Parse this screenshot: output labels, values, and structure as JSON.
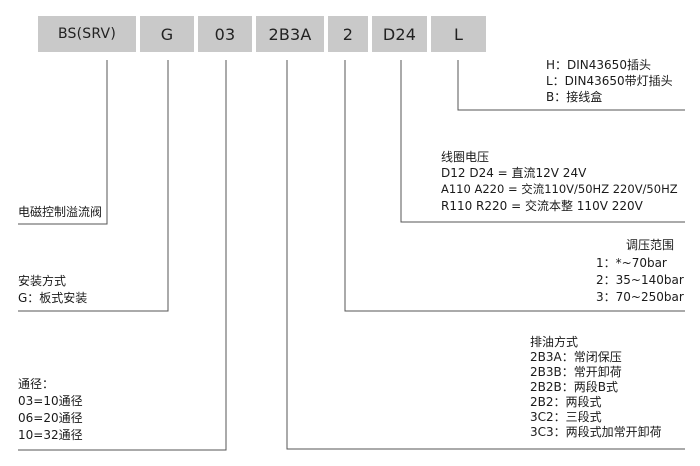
{
  "code_segments": [
    "BS(SRV)",
    "G",
    "03",
    "2B3A",
    "2",
    "D24",
    "L"
  ],
  "valve_name": "电磁控制溢流阀",
  "mounting": {
    "title": "安装方式",
    "item": "G：板式安装"
  },
  "bore": {
    "title": "通径：",
    "items": [
      "03=10通径",
      "06=20通径",
      "10=32通径"
    ]
  },
  "plug": {
    "items": [
      "H：DIN43650插头",
      "L：DIN43650带灯插头",
      "B：接线盒"
    ]
  },
  "coil": {
    "title": "线圈电压",
    "items": [
      "D12   D24 = 直流12V 24V",
      "A110 A220 = 交流110V/50HZ 220V/50HZ",
      "R110 R220 = 交流本整 110V 220V"
    ]
  },
  "pressure": {
    "title": "调压范围",
    "items": [
      "1：*~70bar",
      "2：35~140bar",
      "3：70~250bar"
    ]
  },
  "drain": {
    "title": "排油方式",
    "items": [
      "2B3A：常闭保压",
      "2B3B：常开卸荷",
      "2B2B：两段B式",
      "2B2：两段式",
      "3C2：三段式",
      "3C3：两段式加常开卸荷"
    ]
  }
}
